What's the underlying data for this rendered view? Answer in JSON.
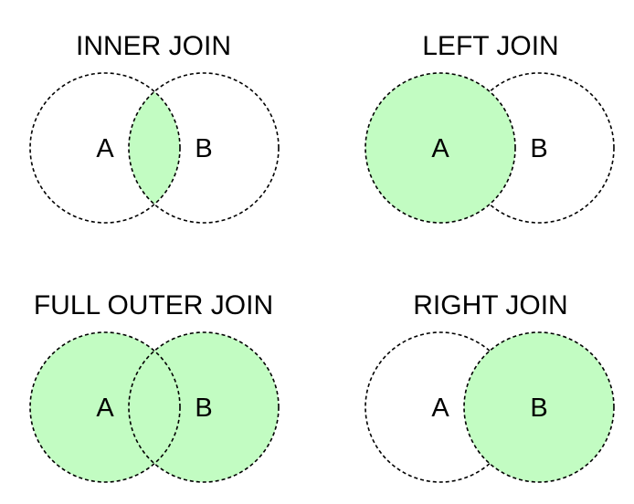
{
  "colors": {
    "fill": "#c2fcc2",
    "stroke": "#000000",
    "background": "#ffffff"
  },
  "panels": [
    {
      "id": "inner",
      "title": "INNER JOIN",
      "label_a": "A",
      "label_b": "B",
      "shaded": "intersection"
    },
    {
      "id": "left",
      "title": "LEFT JOIN",
      "label_a": "A",
      "label_b": "B",
      "shaded": "a"
    },
    {
      "id": "full",
      "title": "FULL OUTER JOIN",
      "label_a": "A",
      "label_b": "B",
      "shaded": "union"
    },
    {
      "id": "right",
      "title": "RIGHT JOIN",
      "label_a": "A",
      "label_b": "B",
      "shaded": "b"
    }
  ]
}
